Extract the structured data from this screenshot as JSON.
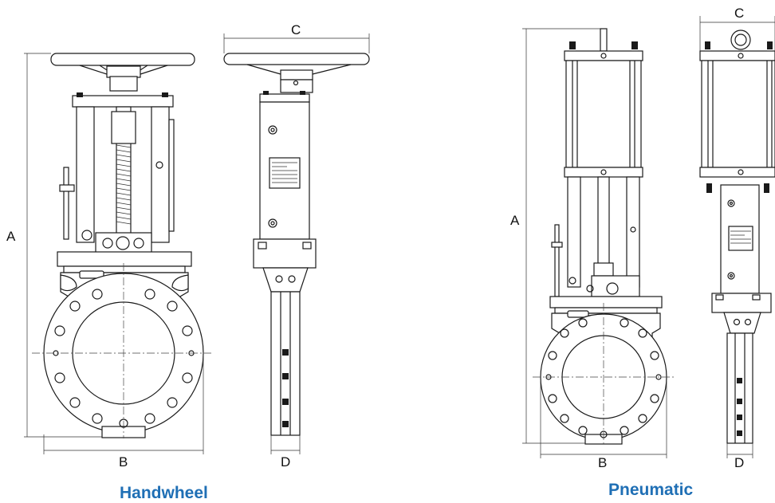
{
  "dimensions": {
    "handwheel": {
      "a": "A",
      "b": "B",
      "c": "C",
      "d": "D"
    },
    "pneumatic": {
      "a": "A",
      "b": "B",
      "c": "C",
      "d": "D"
    }
  },
  "captions": {
    "handwheel": "Handwheel",
    "pneumatic": "Pneumatic"
  },
  "colors": {
    "caption": "#1f6fb5",
    "line": "#1a1a1a"
  }
}
